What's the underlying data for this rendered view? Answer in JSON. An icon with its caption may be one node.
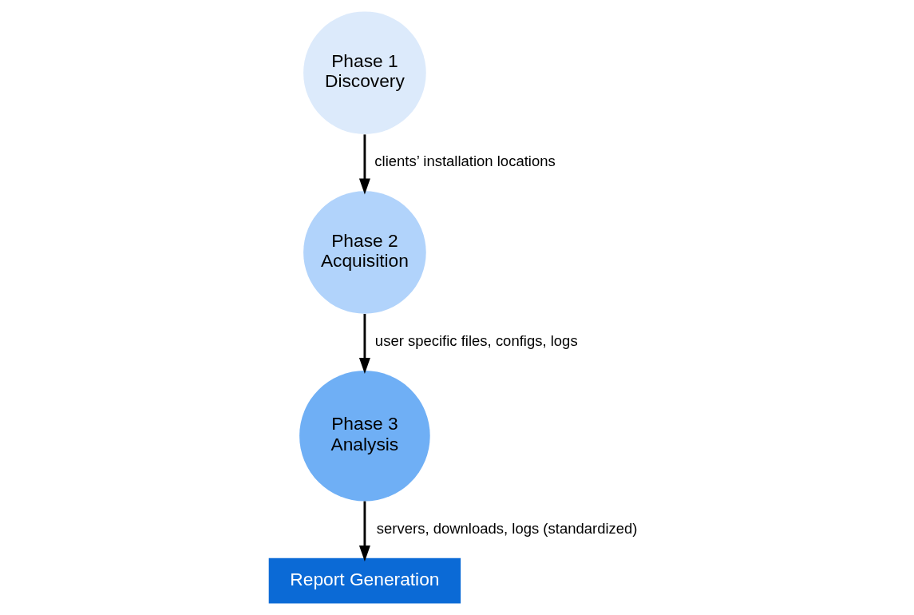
{
  "diagram": {
    "nodes": [
      {
        "text": [
          "Phase 1",
          "Discovery"
        ]
      },
      {
        "text": [
          "Phase 2",
          "Acquisition"
        ]
      },
      {
        "text": [
          "Phase 3",
          "Analysis"
        ]
      },
      {
        "text": [
          "Report Generation"
        ]
      }
    ],
    "edges": [
      {
        "from": 0,
        "to": 1,
        "arrow": "to",
        "label": "clients’ installation locations"
      },
      {
        "from": 1,
        "to": 2,
        "arrow": "to",
        "label": "user specific files, configs, logs"
      },
      {
        "from": 2,
        "to": 3,
        "arrow": "to",
        "label": "servers, downloads, logs (standardized)"
      }
    ]
  }
}
